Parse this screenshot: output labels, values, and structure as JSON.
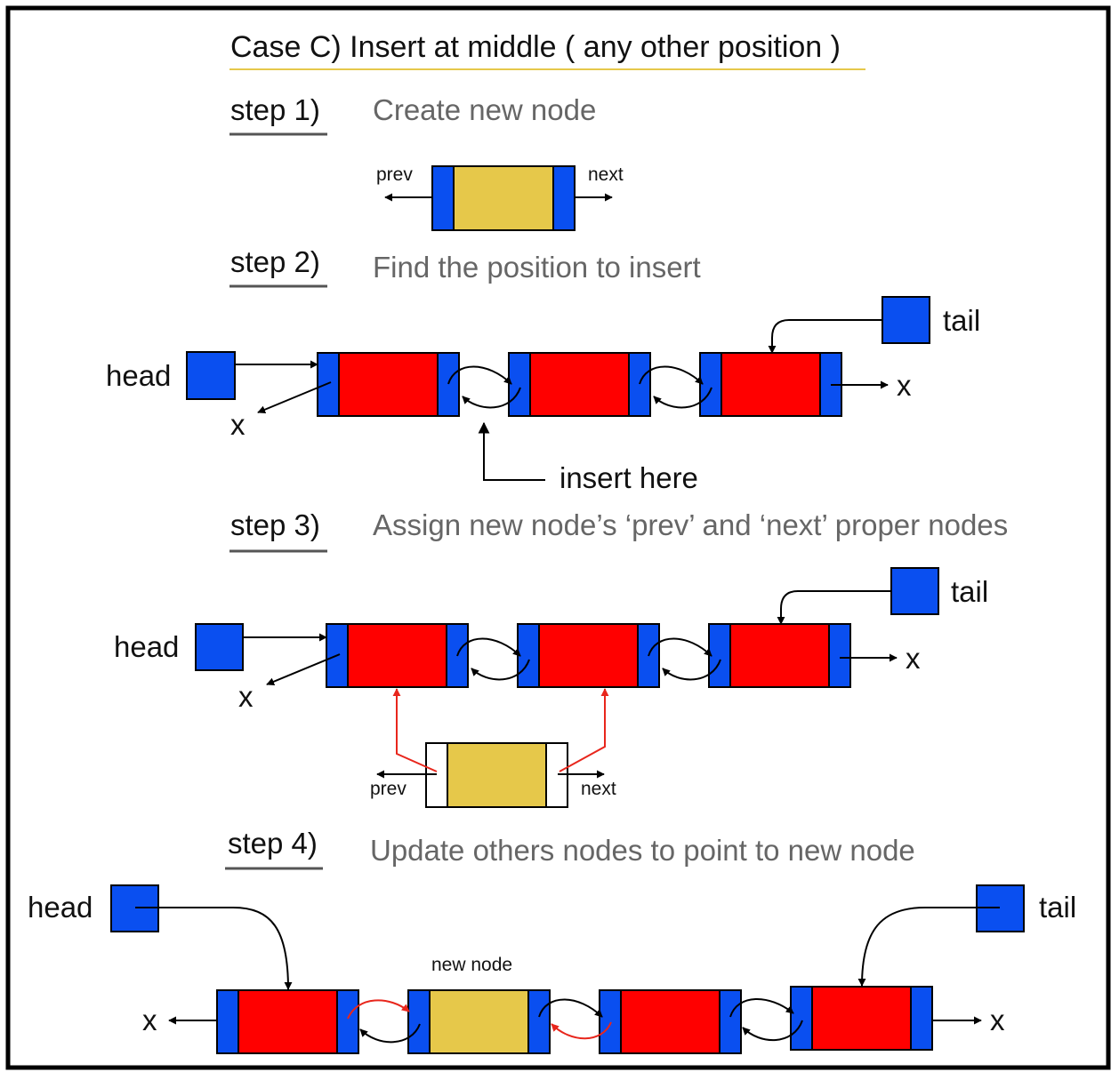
{
  "title": "Case C) Insert  at middle ( any other position )",
  "steps": [
    {
      "label": "step 1)",
      "text": "Create new node"
    },
    {
      "label": "step 2)",
      "text": "Find the position to insert"
    },
    {
      "label": "step 3)",
      "text": "Assign new node’s ‘prev’ and ‘next’ proper nodes"
    },
    {
      "label": "step 4)",
      "text": "Update others nodes to point to new node"
    }
  ],
  "labels": {
    "prev": "prev",
    "next": "next",
    "head": "head",
    "tail": "tail",
    "null": "x",
    "insert_here": "insert here",
    "new_node": "new node"
  },
  "colors": {
    "pointer_cell": "#0a4ff0",
    "node_body": "#ff0000",
    "new_node_body": "#e6c84a",
    "red_link": "#e8261c",
    "underline_title": "#e6c84a",
    "underline_step": "#555555",
    "frame": "#000000"
  }
}
